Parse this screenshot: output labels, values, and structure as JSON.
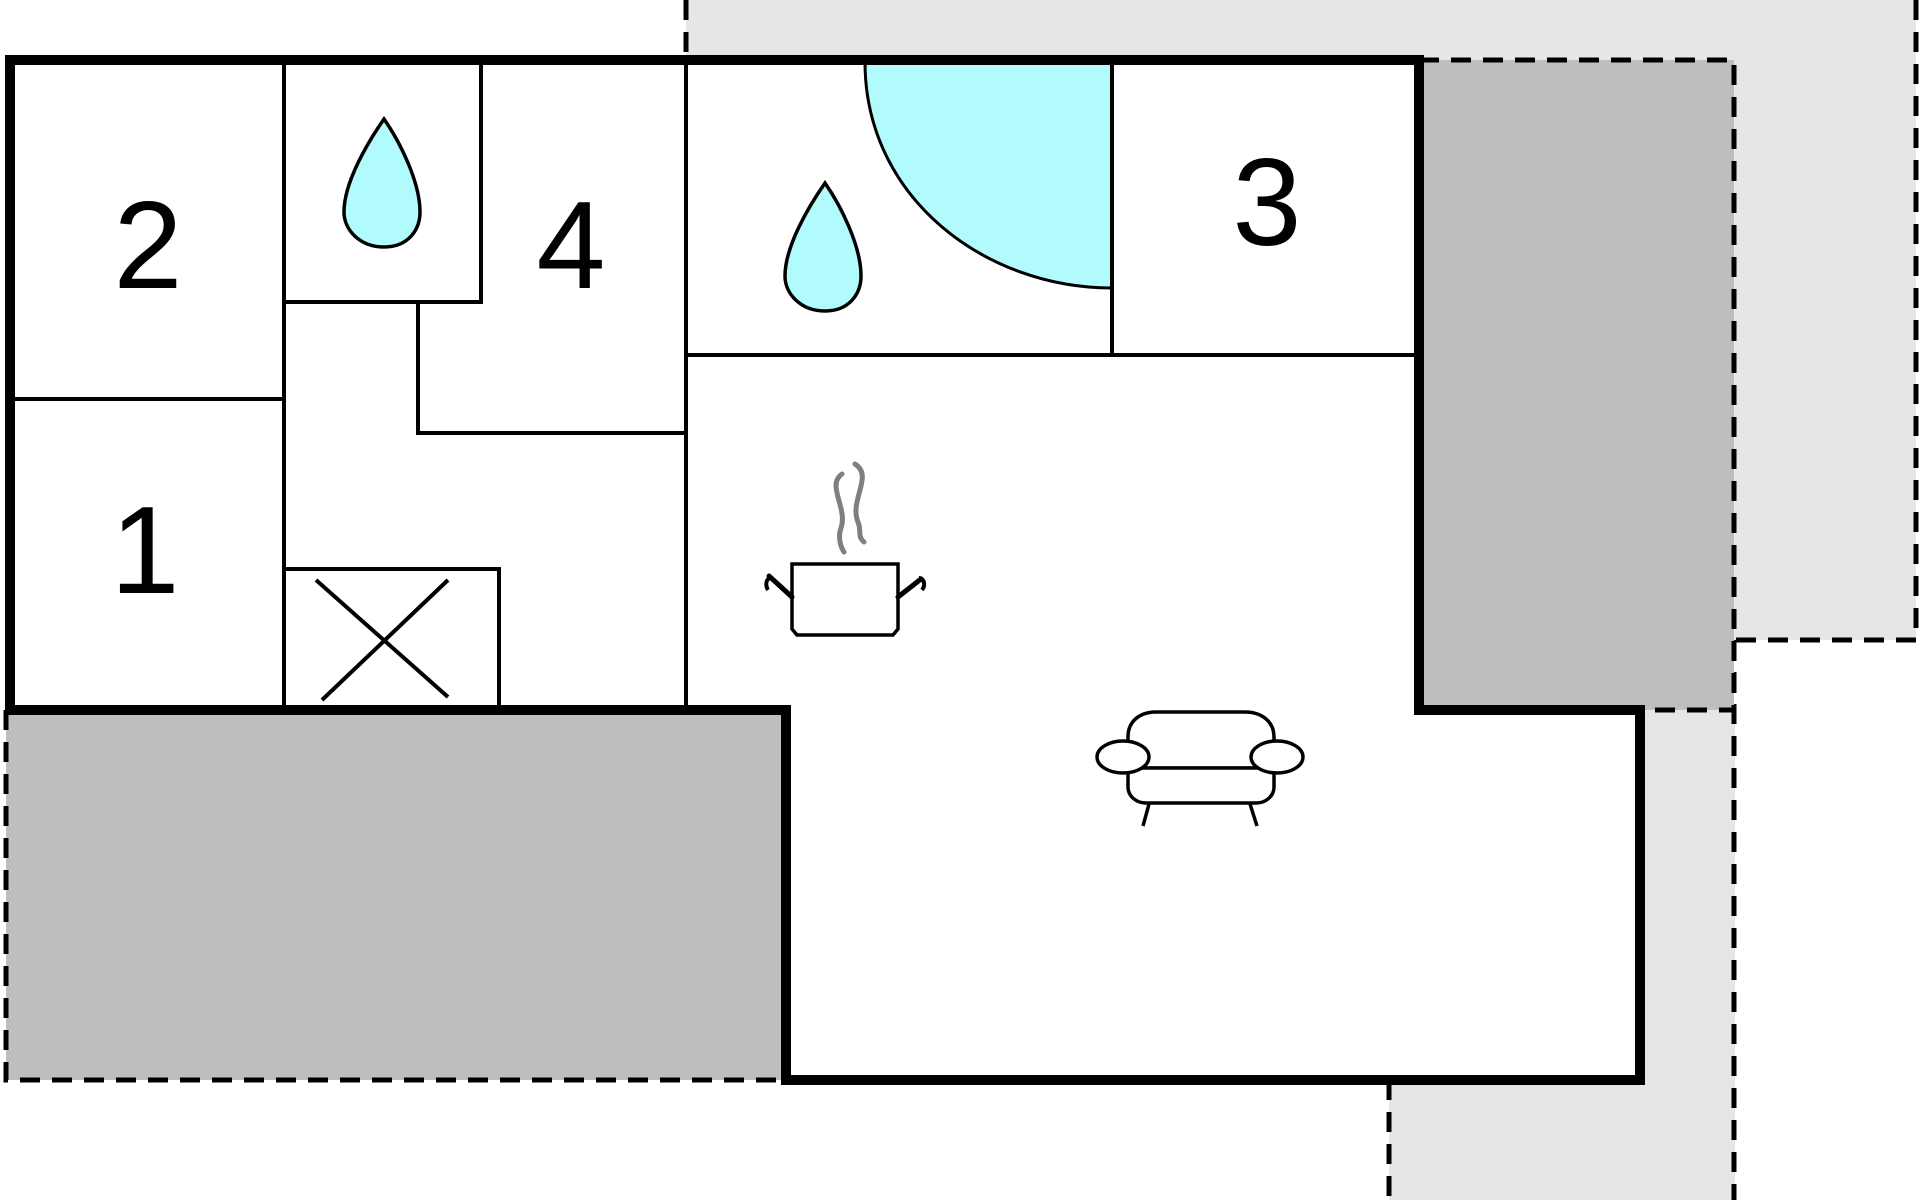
{
  "rooms": [
    {
      "id": "room-2",
      "label": "2"
    },
    {
      "id": "room-1",
      "label": "1"
    },
    {
      "id": "room-4",
      "label": "4"
    },
    {
      "id": "room-3",
      "label": "3"
    }
  ],
  "icons": {
    "water_drop": "water-drop-icon",
    "stove": "cooking-pot-icon",
    "sofa": "sofa-icon",
    "shaft": "crossed-box-icon",
    "shower": "shower-quarter-circle-icon"
  },
  "colors": {
    "wall": "#000000",
    "water": "#b2fbfd",
    "terrace": "#bebebe",
    "outdoor_area": "#e6e6e6",
    "steam": "#7f7f7f",
    "background": "#ffffff"
  }
}
